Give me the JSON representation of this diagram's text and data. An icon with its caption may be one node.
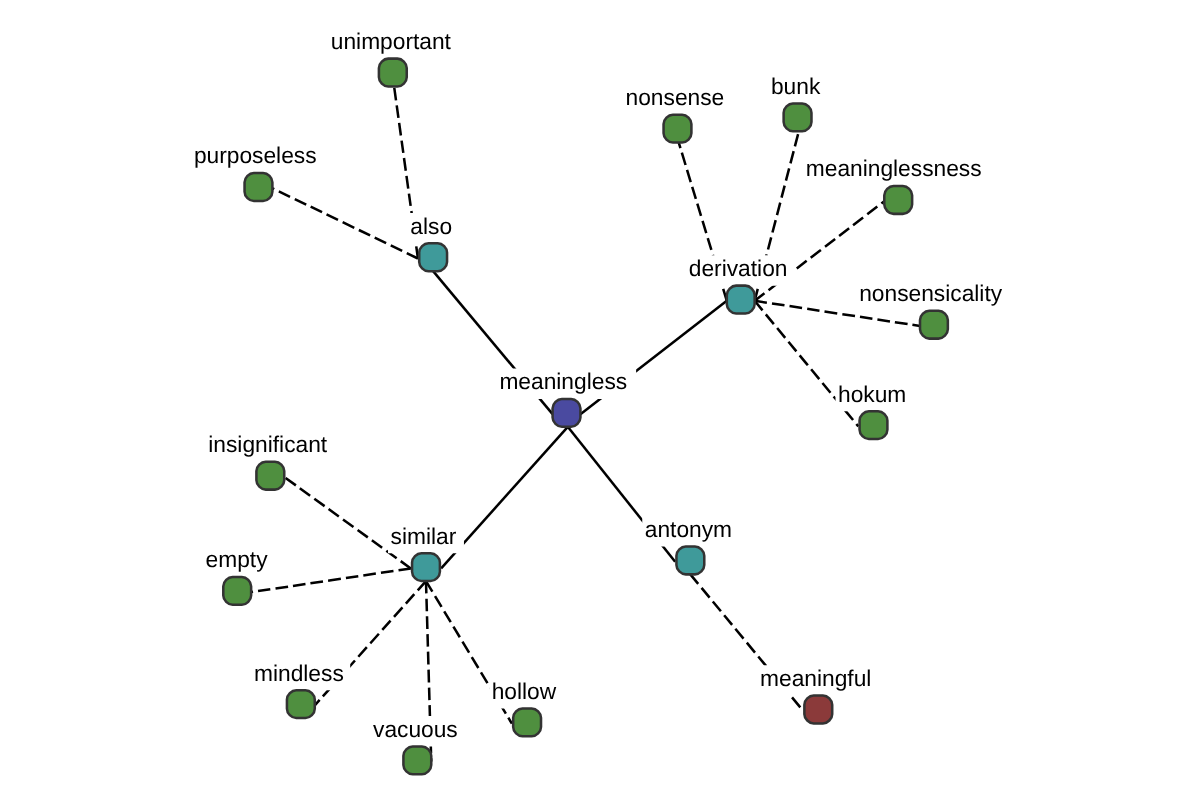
{
  "diagram": {
    "nodes": [
      {
        "text": [
          "empty"
        ]
      },
      {
        "text": [
          "meaninglessness"
        ]
      },
      {
        "text": [
          "mindless"
        ]
      },
      {
        "text": [
          "nonsense"
        ]
      },
      {
        "text": [
          "bunk"
        ]
      },
      {
        "text": [
          "insignificant"
        ]
      },
      {
        "text": [
          "similar"
        ]
      },
      {
        "text": [
          "derivation"
        ]
      },
      {
        "text": [
          "hokum"
        ]
      },
      {
        "text": [
          "vacuous"
        ]
      },
      {
        "text": [
          "nonsensicality"
        ]
      },
      {
        "text": [
          "meaningless"
        ]
      },
      {
        "text": [
          "hollow"
        ]
      },
      {
        "text": [
          "antonym"
        ]
      },
      {
        "text": [
          "also"
        ]
      },
      {
        "text": [
          "unimportant"
        ]
      },
      {
        "text": [
          "meaningful"
        ]
      },
      {
        "text": [
          "purposeless"
        ]
      }
    ],
    "edges": [
      {
        "from": 11,
        "to": 6,
        "arrow": "none"
      },
      {
        "from": 11,
        "to": 7,
        "arrow": "none"
      },
      {
        "from": 11,
        "to": 13,
        "arrow": "none"
      },
      {
        "from": 11,
        "to": 14,
        "arrow": "none"
      },
      {
        "from": 6,
        "to": 0,
        "arrow": "none",
        "style": "dashed"
      },
      {
        "from": 6,
        "to": 2,
        "arrow": "none",
        "style": "dashed"
      },
      {
        "from": 6,
        "to": 5,
        "arrow": "none",
        "style": "dashed"
      },
      {
        "from": 6,
        "to": 9,
        "arrow": "none",
        "style": "dashed"
      },
      {
        "from": 6,
        "to": 12,
        "arrow": "none",
        "style": "dashed"
      },
      {
        "from": 7,
        "to": 1,
        "arrow": "none",
        "style": "dashed"
      },
      {
        "from": 7,
        "to": 3,
        "arrow": "none",
        "style": "dashed"
      },
      {
        "from": 7,
        "to": 4,
        "arrow": "none",
        "style": "dashed"
      },
      {
        "from": 7,
        "to": 8,
        "arrow": "none",
        "style": "dashed"
      },
      {
        "from": 7,
        "to": 10,
        "arrow": "none",
        "style": "dashed"
      },
      {
        "from": 13,
        "to": 16,
        "arrow": "none",
        "style": "dashed"
      },
      {
        "from": 14,
        "to": 15,
        "arrow": "none",
        "style": "dashed"
      },
      {
        "from": 14,
        "to": 17,
        "arrow": "none",
        "style": "dashed"
      }
    ]
  }
}
